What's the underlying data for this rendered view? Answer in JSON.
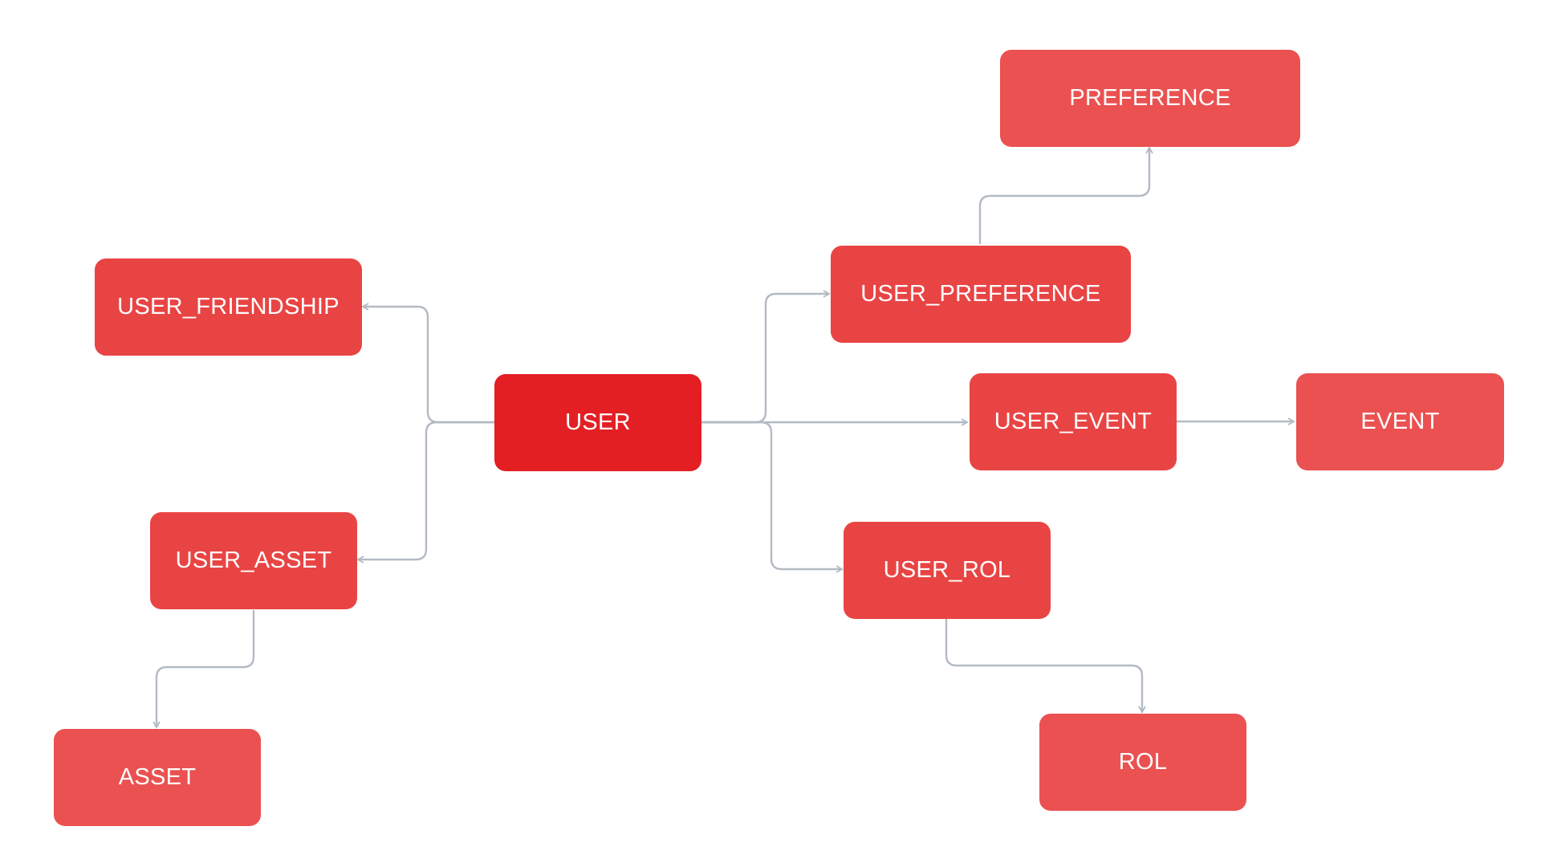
{
  "diagram": {
    "colors": {
      "root": "#e31f24",
      "junction": "#e94444",
      "entity": "#eb5151",
      "connector": "#b3bac3",
      "text": "#ffffff",
      "background": "#ffffff"
    },
    "nodes": {
      "user": "USER",
      "user_friendship": "USER_FRIENDSHIP",
      "user_asset": "USER_ASSET",
      "asset": "ASSET",
      "user_preference": "USER_PREFERENCE",
      "preference": "PREFERENCE",
      "user_event": "USER_EVENT",
      "event": "EVENT",
      "user_rol": "USER_ROL",
      "rol": "ROL"
    },
    "edges": [
      {
        "from": "user",
        "to": "user_friendship"
      },
      {
        "from": "user",
        "to": "user_asset"
      },
      {
        "from": "user_asset",
        "to": "asset"
      },
      {
        "from": "user",
        "to": "user_preference"
      },
      {
        "from": "user_preference",
        "to": "preference"
      },
      {
        "from": "user",
        "to": "user_event"
      },
      {
        "from": "user_event",
        "to": "event"
      },
      {
        "from": "user",
        "to": "user_rol"
      },
      {
        "from": "user_rol",
        "to": "rol"
      }
    ]
  }
}
